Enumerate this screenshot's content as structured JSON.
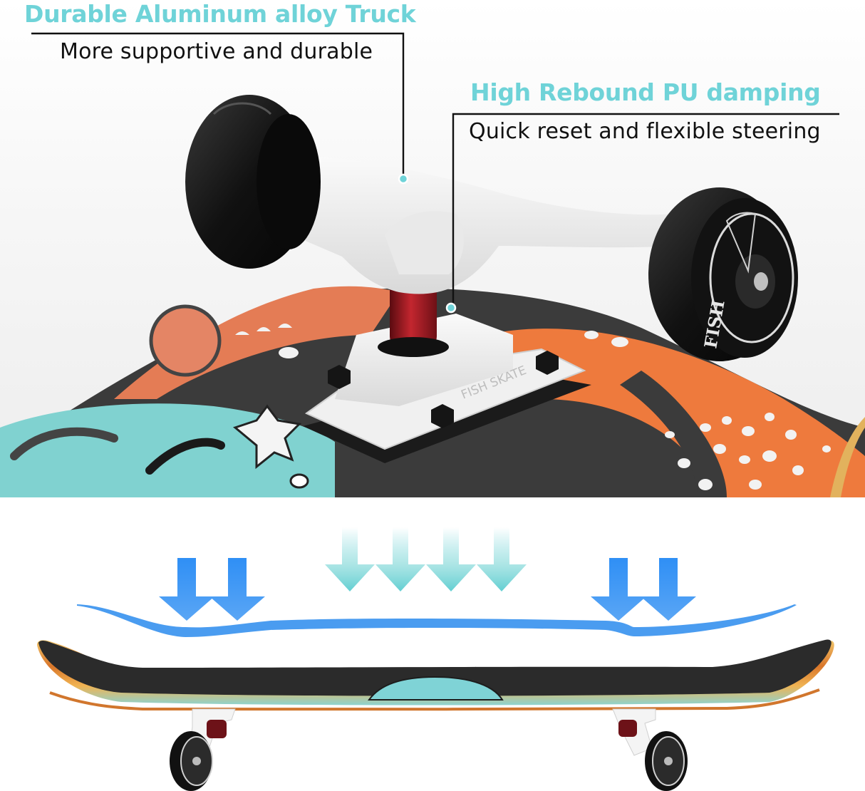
{
  "callouts": [
    {
      "title": "Durable Aluminum alloy Truck",
      "subtitle": "More supportive and durable"
    },
    {
      "title": "High Rebound PU damping",
      "subtitle": "Quick reset and flexible steering"
    }
  ],
  "product": {
    "wheel_brand": "FISH",
    "baseplate_text": "FISH SKATE"
  },
  "diagram": {
    "arrow_groups": [
      {
        "position": "left",
        "count": 2,
        "style": "solid-blue"
      },
      {
        "position": "center",
        "count": 4,
        "style": "faded-teal"
      },
      {
        "position": "right",
        "count": 2,
        "style": "solid-blue"
      }
    ]
  },
  "colors": {
    "accent_teal": "#6fd3d8",
    "arrow_blue": "#3d95f2",
    "wave_blue": "#4a9cf0",
    "deck_orange": "#ea7a45",
    "deck_teal": "#7fd1cf",
    "grip_black": "#2b2b2b"
  }
}
